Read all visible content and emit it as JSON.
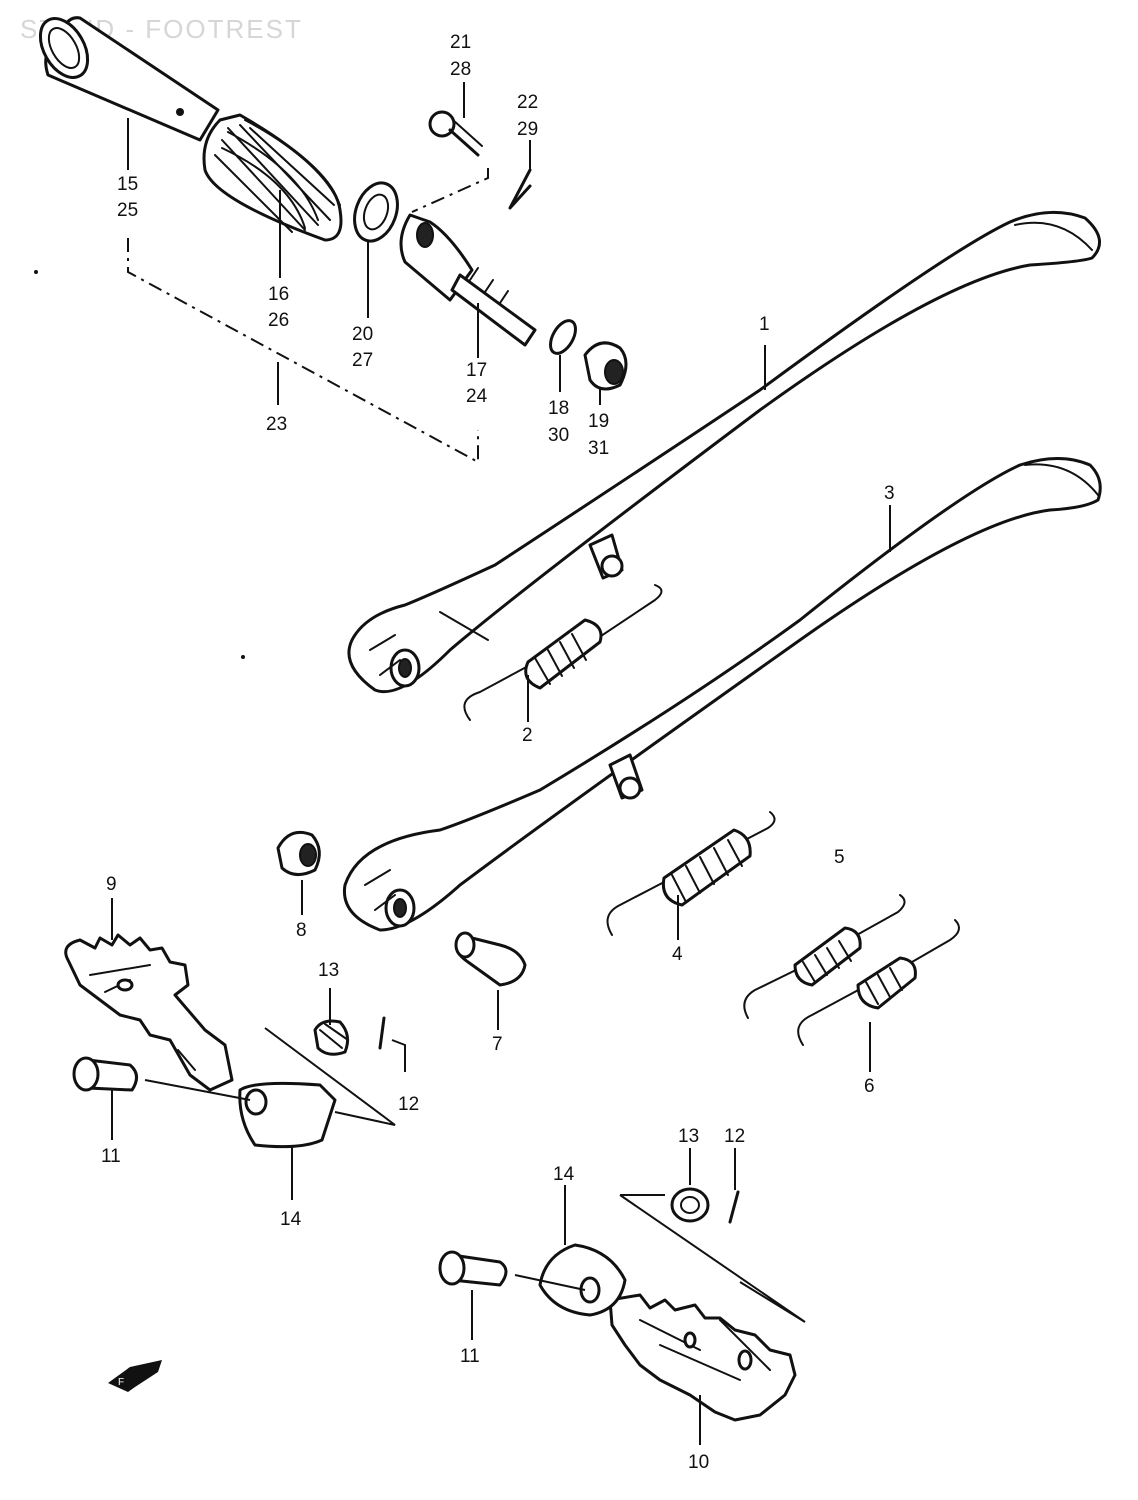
{
  "title": "STAND - FOOTREST",
  "callouts": {
    "c1": "1",
    "c2": "2",
    "c3": "3",
    "c4": "4",
    "c5": "5",
    "c6": "6",
    "c7": "7",
    "c8": "8",
    "c9": "9",
    "c10": "10",
    "c11a": "11",
    "c11b": "11",
    "c12a": "12",
    "c12b": "12",
    "c13a": "13",
    "c13b": "13",
    "c14a": "14",
    "c14b": "14",
    "c15": "15",
    "c25": "25",
    "c16": "16",
    "c26": "26",
    "c17": "17",
    "c24": "24",
    "c18": "18",
    "c30": "30",
    "c19": "19",
    "c31": "31",
    "c20": "20",
    "c27": "27",
    "c21": "21",
    "c28": "28",
    "c22": "22",
    "c29": "29",
    "c23": "23"
  }
}
